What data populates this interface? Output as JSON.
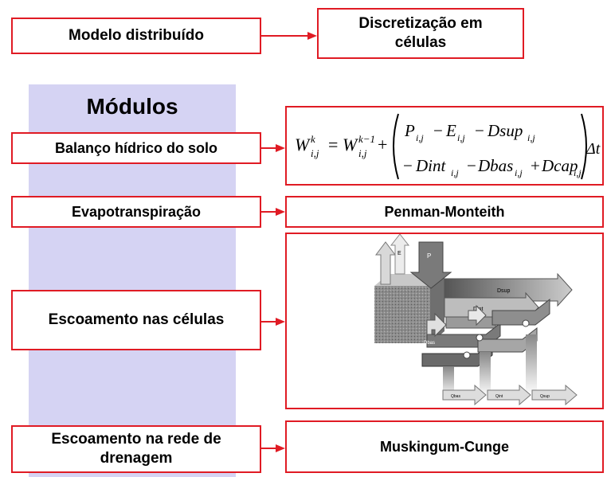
{
  "top": {
    "model": "Modelo distribuído",
    "discret": "Discretização em células"
  },
  "modules": {
    "heading": "Módulos",
    "water_balance": "Balanço hídrico do solo",
    "evapo": "Evapotranspiração",
    "runoff": "Escoamento nas células",
    "network": "Escoamento na rede de drenagem"
  },
  "methods": {
    "evapo": "Penman-Monteith",
    "network": "Muskingum-Cunge"
  },
  "formula": {
    "lhs": "W",
    "sup_k": "k",
    "sub_ij": "i,j",
    "sup_km1": "k−1",
    "p": "P",
    "e": "E",
    "dsup": "Dsup",
    "dint": "Dint",
    "dbas": "Dbas",
    "dcap": "Dcap",
    "dt": "Δt"
  },
  "schematic_labels": {
    "p": "P",
    "e": "E",
    "dsup": "Dsup",
    "dint": "Dint",
    "dbas": "Dbas",
    "qsup": "Qsup",
    "qint": "Qint",
    "qbas": "Qbas"
  },
  "colors": {
    "border": "#e01b24",
    "band": "#d5d3f3",
    "arrow": "#e01b24"
  }
}
